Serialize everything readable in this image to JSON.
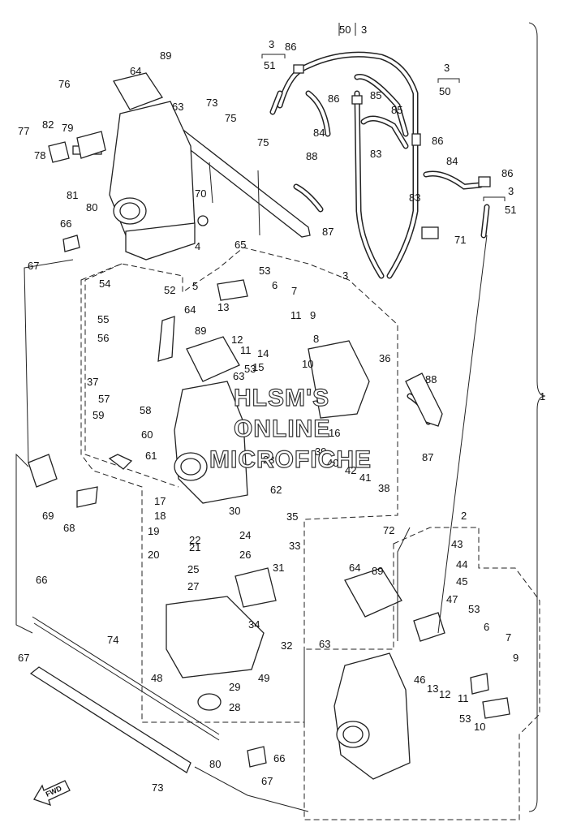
{
  "labels": [
    {
      "id": "89a",
      "text": "89"
    },
    {
      "id": "64a",
      "text": "64"
    },
    {
      "id": "76",
      "text": "76"
    },
    {
      "id": "63a",
      "text": "63"
    },
    {
      "id": "73a",
      "text": "73"
    },
    {
      "id": "75a",
      "text": "75"
    },
    {
      "id": "77",
      "text": "77"
    },
    {
      "id": "82",
      "text": "82"
    },
    {
      "id": "79",
      "text": "79"
    },
    {
      "id": "78",
      "text": "78"
    },
    {
      "id": "81",
      "text": "81"
    },
    {
      "id": "80a",
      "text": "80"
    },
    {
      "id": "70",
      "text": "70"
    },
    {
      "id": "75b",
      "text": "75"
    },
    {
      "id": "66a",
      "text": "66"
    },
    {
      "id": "4",
      "text": "4"
    },
    {
      "id": "67a",
      "text": "67"
    },
    {
      "id": "3a",
      "text": "3"
    },
    {
      "id": "51a",
      "text": "51"
    },
    {
      "id": "86a",
      "text": "86"
    },
    {
      "id": "50a",
      "text": "50"
    },
    {
      "id": "3b",
      "text": "3"
    },
    {
      "id": "3c",
      "text": "3"
    },
    {
      "id": "50b",
      "text": "50"
    },
    {
      "id": "86b",
      "text": "86"
    },
    {
      "id": "85a",
      "text": "85"
    },
    {
      "id": "85b",
      "text": "85"
    },
    {
      "id": "84a",
      "text": "84"
    },
    {
      "id": "86c",
      "text": "86"
    },
    {
      "id": "83a",
      "text": "83"
    },
    {
      "id": "88a",
      "text": "88"
    },
    {
      "id": "84b",
      "text": "84"
    },
    {
      "id": "86d",
      "text": "86"
    },
    {
      "id": "83b",
      "text": "83"
    },
    {
      "id": "3d",
      "text": "3"
    },
    {
      "id": "51b",
      "text": "51"
    },
    {
      "id": "87a",
      "text": "87"
    },
    {
      "id": "71",
      "text": "71"
    },
    {
      "id": "65",
      "text": "65"
    },
    {
      "id": "3e",
      "text": "3"
    },
    {
      "id": "54",
      "text": "54"
    },
    {
      "id": "52",
      "text": "52"
    },
    {
      "id": "5",
      "text": "5"
    },
    {
      "id": "53a",
      "text": "53"
    },
    {
      "id": "6a",
      "text": "6"
    },
    {
      "id": "7a",
      "text": "7"
    },
    {
      "id": "64b",
      "text": "64"
    },
    {
      "id": "13a",
      "text": "13"
    },
    {
      "id": "11a",
      "text": "11"
    },
    {
      "id": "9a",
      "text": "9"
    },
    {
      "id": "55",
      "text": "55"
    },
    {
      "id": "12a",
      "text": "12"
    },
    {
      "id": "89b",
      "text": "89"
    },
    {
      "id": "56",
      "text": "56"
    },
    {
      "id": "11b",
      "text": "11"
    },
    {
      "id": "8",
      "text": "8"
    },
    {
      "id": "53b",
      "text": "53"
    },
    {
      "id": "10a",
      "text": "10"
    },
    {
      "id": "36",
      "text": "36"
    },
    {
      "id": "37",
      "text": "37"
    },
    {
      "id": "14",
      "text": "14"
    },
    {
      "id": "15",
      "text": "15"
    },
    {
      "id": "63b",
      "text": "63"
    },
    {
      "id": "88b",
      "text": "88"
    },
    {
      "id": "57",
      "text": "57"
    },
    {
      "id": "58",
      "text": "58"
    },
    {
      "id": "59",
      "text": "59"
    },
    {
      "id": "60",
      "text": "60"
    },
    {
      "id": "16",
      "text": "16"
    },
    {
      "id": "61",
      "text": "61"
    },
    {
      "id": "39",
      "text": "39"
    },
    {
      "id": "23",
      "text": "23"
    },
    {
      "id": "40",
      "text": "40"
    },
    {
      "id": "87b",
      "text": "87"
    },
    {
      "id": "42",
      "text": "42"
    },
    {
      "id": "41",
      "text": "41"
    },
    {
      "id": "69",
      "text": "69"
    },
    {
      "id": "68",
      "text": "68"
    },
    {
      "id": "38",
      "text": "38"
    },
    {
      "id": "17",
      "text": "17"
    },
    {
      "id": "62",
      "text": "62"
    },
    {
      "id": "18",
      "text": "18"
    },
    {
      "id": "30",
      "text": "30"
    },
    {
      "id": "35",
      "text": "35"
    },
    {
      "id": "2",
      "text": "2"
    },
    {
      "id": "19",
      "text": "19"
    },
    {
      "id": "22",
      "text": "22"
    },
    {
      "id": "72",
      "text": "72"
    },
    {
      "id": "43",
      "text": "43"
    },
    {
      "id": "24",
      "text": "24"
    },
    {
      "id": "33",
      "text": "33"
    },
    {
      "id": "21",
      "text": "21"
    },
    {
      "id": "20",
      "text": "20"
    },
    {
      "id": "26",
      "text": "26"
    },
    {
      "id": "44",
      "text": "44"
    },
    {
      "id": "31",
      "text": "31"
    },
    {
      "id": "25",
      "text": "25"
    },
    {
      "id": "45",
      "text": "45"
    },
    {
      "id": "66b",
      "text": "66"
    },
    {
      "id": "64c",
      "text": "64"
    },
    {
      "id": "89c",
      "text": "89"
    },
    {
      "id": "27",
      "text": "27"
    },
    {
      "id": "47",
      "text": "47"
    },
    {
      "id": "53c",
      "text": "53"
    },
    {
      "id": "34",
      "text": "34"
    },
    {
      "id": "74",
      "text": "74"
    },
    {
      "id": "32",
      "text": "32"
    },
    {
      "id": "6b",
      "text": "6"
    },
    {
      "id": "7b",
      "text": "7"
    },
    {
      "id": "63c",
      "text": "63"
    },
    {
      "id": "67b",
      "text": "67"
    },
    {
      "id": "9b",
      "text": "9"
    },
    {
      "id": "48",
      "text": "48"
    },
    {
      "id": "49",
      "text": "49"
    },
    {
      "id": "46",
      "text": "46"
    },
    {
      "id": "13b",
      "text": "13"
    },
    {
      "id": "29",
      "text": "29"
    },
    {
      "id": "12b",
      "text": "12"
    },
    {
      "id": "11c",
      "text": "11"
    },
    {
      "id": "28",
      "text": "28"
    },
    {
      "id": "53d",
      "text": "53"
    },
    {
      "id": "10b",
      "text": "10"
    },
    {
      "id": "80b",
      "text": "80"
    },
    {
      "id": "66c",
      "text": "66"
    },
    {
      "id": "67c",
      "text": "67"
    },
    {
      "id": "73b",
      "text": "73"
    },
    {
      "id": "1",
      "text": "1"
    }
  ],
  "watermark": {
    "line1": "HLSM'S",
    "line2": "ONLINE",
    "line3": "MICROFICHE"
  },
  "fwd_label": "FWD"
}
